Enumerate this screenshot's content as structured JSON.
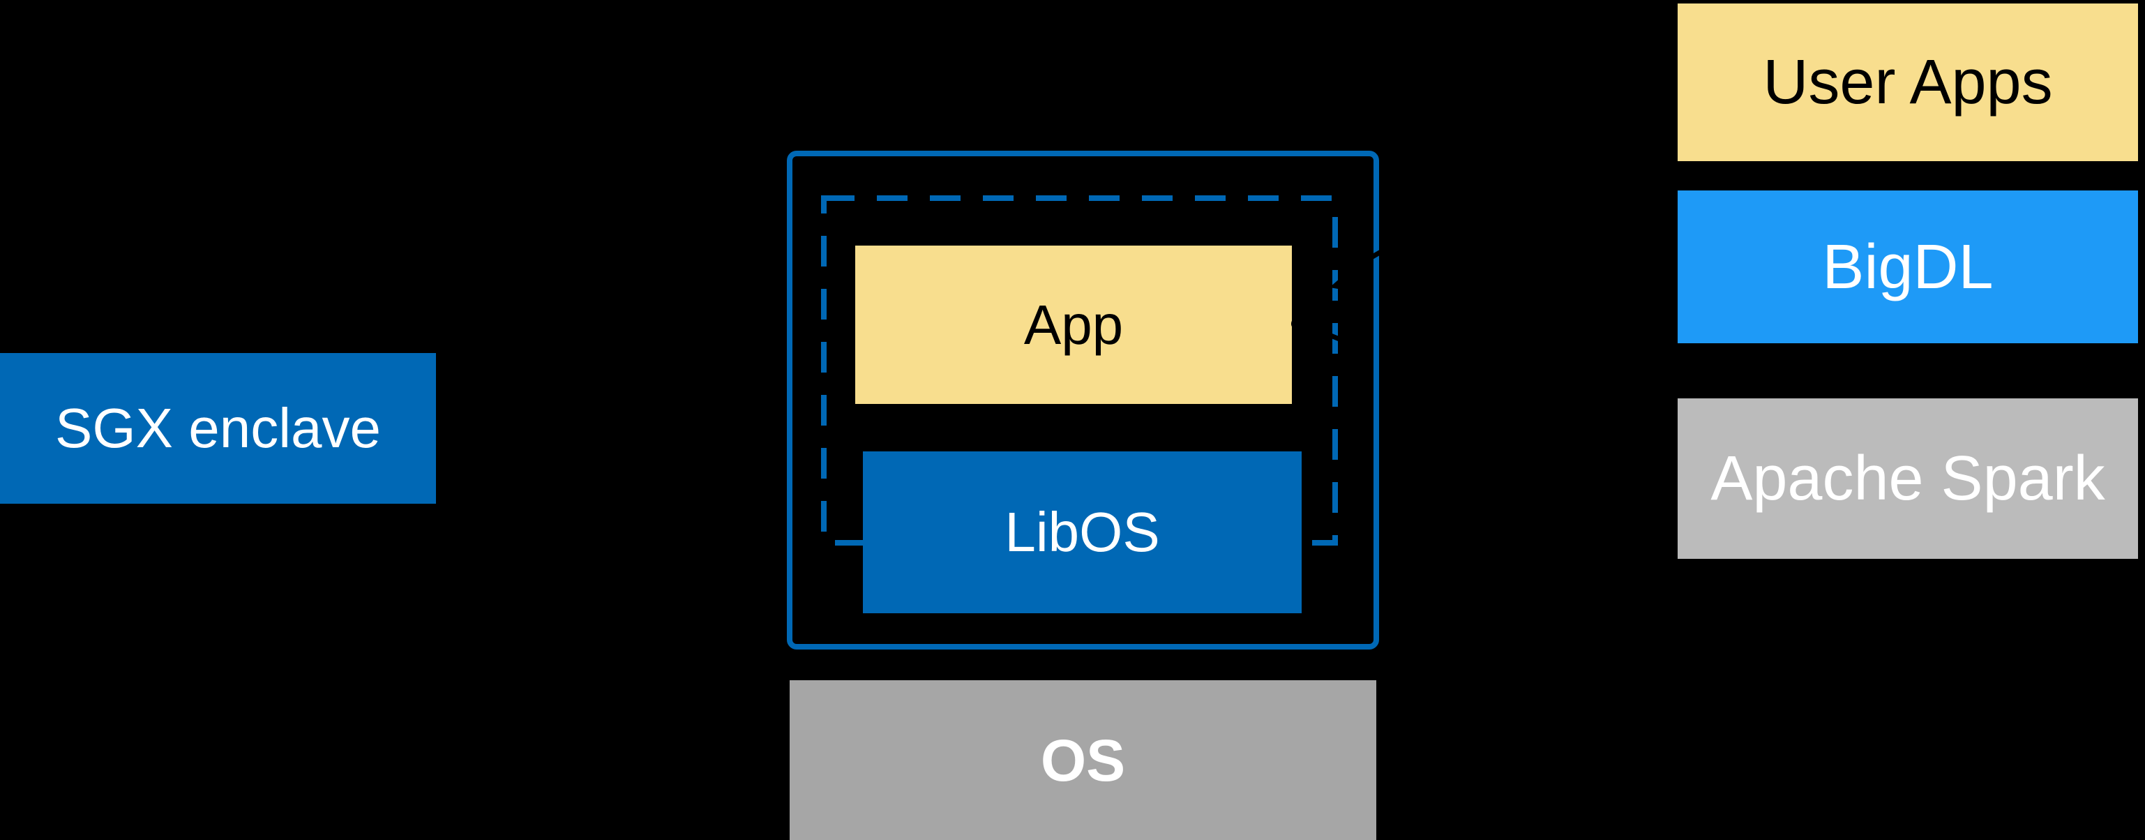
{
  "canvas": {
    "background": "#000000"
  },
  "colors": {
    "intel_blue": "#0068B5",
    "bright_blue": "#1E9AF7",
    "yellow": "#F8DE8E",
    "os_gray": "#A6A6A6",
    "spark_gray": "#BBBBBB",
    "text_dark": "#000000",
    "text_light": "#FFFFFF",
    "connector_black": "#000000"
  },
  "left_column": {
    "sgx_enclave": {
      "label": "SGX enclave"
    }
  },
  "enclave_diagram": {
    "app": {
      "label": "App"
    },
    "libos": {
      "label": "LibOS"
    },
    "os": {
      "label": "OS"
    }
  },
  "right_stack": {
    "user_apps": {
      "label": "User Apps"
    },
    "bigdl": {
      "label": "BigDL"
    },
    "apache_spark": {
      "label": "Apache Spark"
    }
  }
}
